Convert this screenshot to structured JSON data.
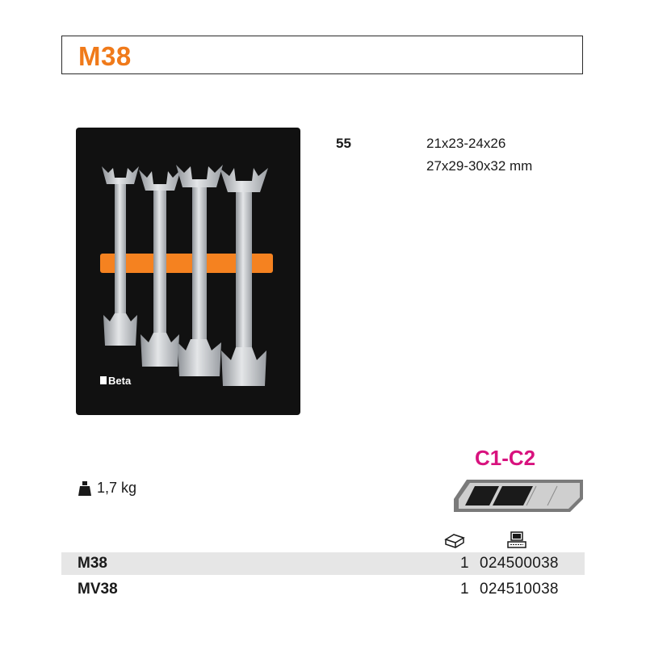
{
  "header": {
    "title": "M38"
  },
  "product": {
    "code": "55",
    "sizes_line1": "21x23-24x26",
    "sizes_line2": "27x29-30x32 mm",
    "weight": "1,7 kg",
    "brand": "Beta"
  },
  "drawer": {
    "label": "C1-C2"
  },
  "icons": {
    "quantity": "tool-box-icon",
    "article": "computer-icon",
    "weight": "weight-icon"
  },
  "colors": {
    "title": "#f07a1a",
    "drawer_label": "#d8127e",
    "foam": "#101010",
    "bar": "#f58220"
  },
  "rows": [
    {
      "model": "M38",
      "qty": "1",
      "article": "024500038"
    },
    {
      "model": "MV38",
      "qty": "1",
      "article": "024510038"
    }
  ]
}
